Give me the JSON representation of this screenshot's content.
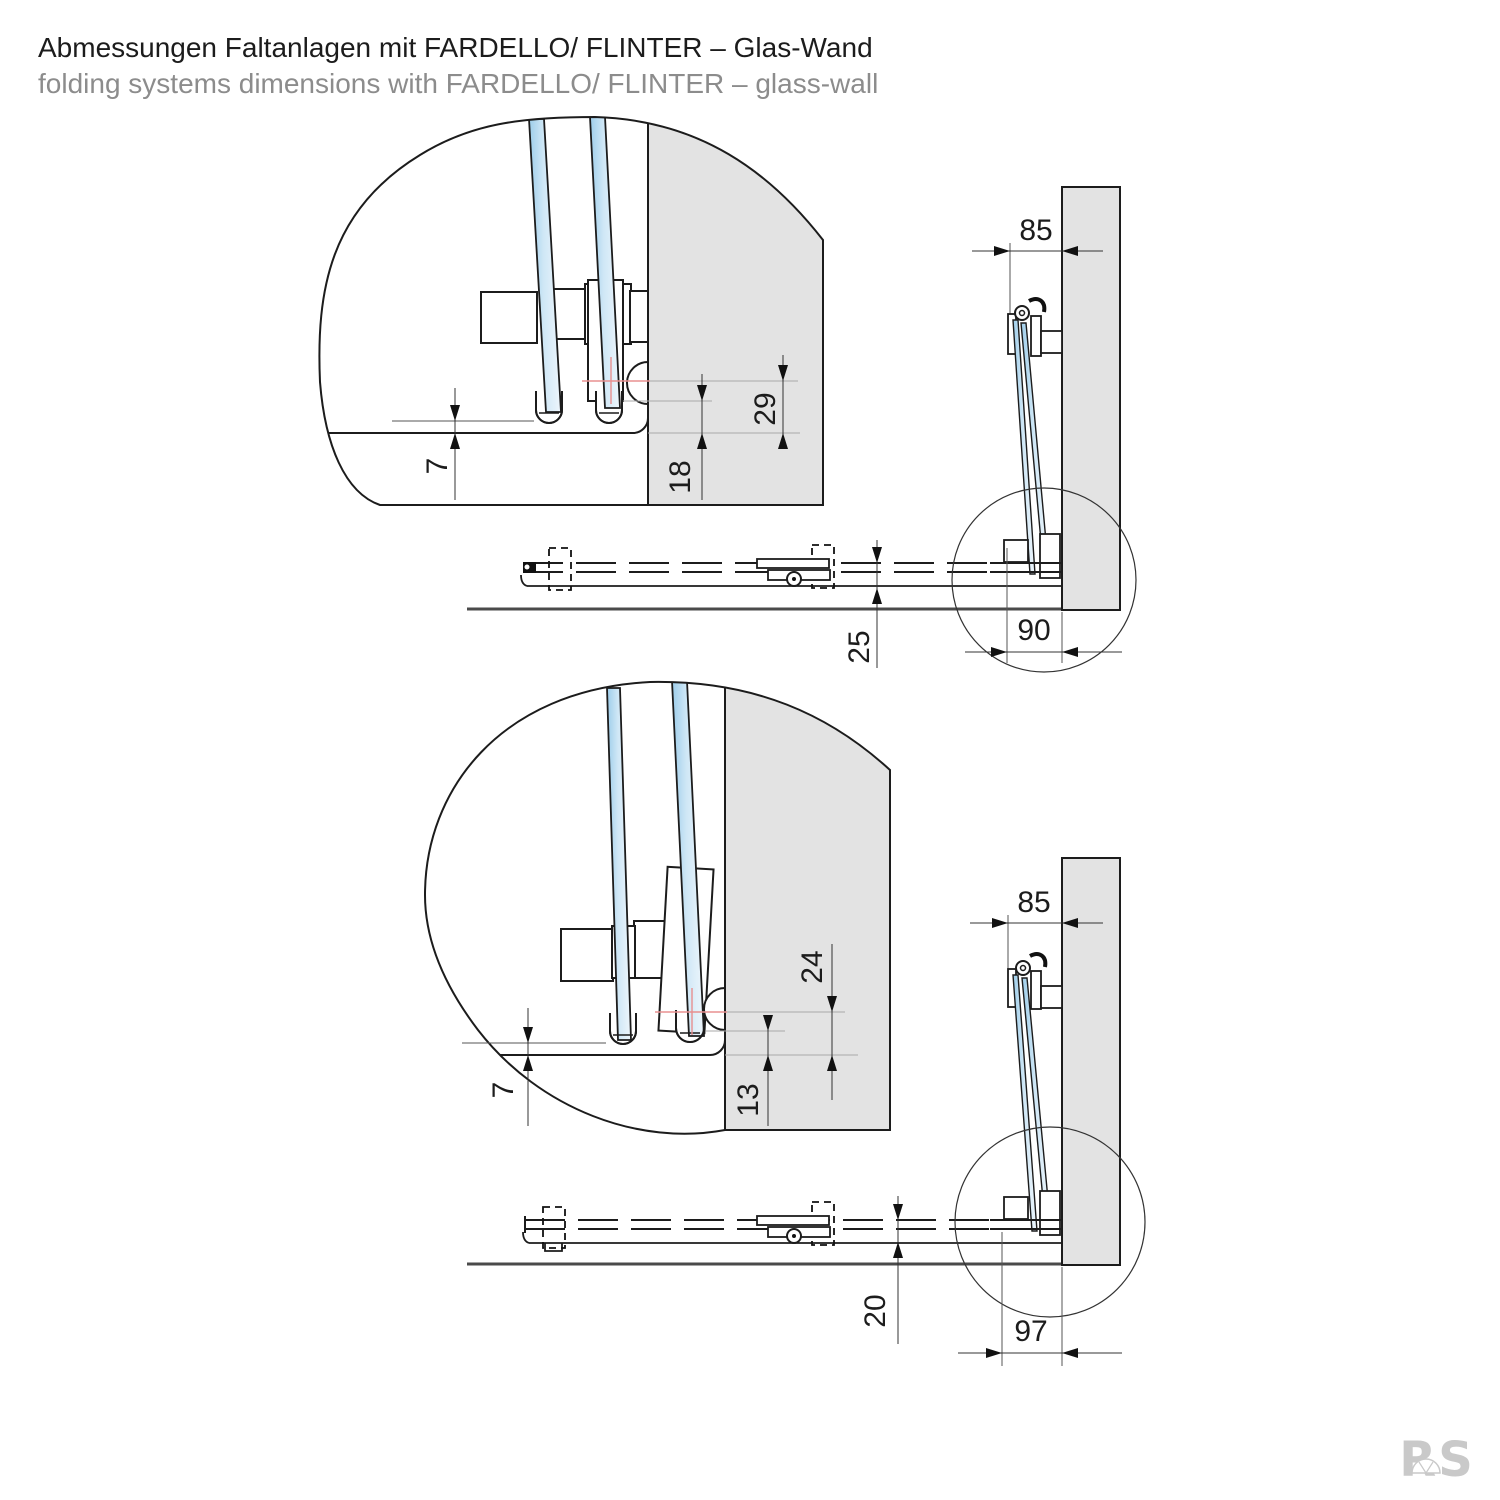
{
  "header": {
    "title_de": "Abmessungen Faltanlagen mit FARDELLO/ FLINTER – Glas-Wand",
    "title_en": "folding systems dimensions with FARDELLO/ FLINTER – glass-wall"
  },
  "diagrams": [
    {
      "detail": {
        "lip": "7",
        "pivot_to_floor": "29",
        "glass_to_floor": "18"
      },
      "side": {
        "wall_offset": "85",
        "rail_height": "25",
        "stack_depth": "90"
      }
    },
    {
      "detail": {
        "lip": "7",
        "pivot_to_floor": "24",
        "glass_to_floor": "13"
      },
      "side": {
        "wall_offset": "85",
        "rail_height": "20",
        "stack_depth": "97"
      }
    }
  ],
  "logo": {
    "text": "RS"
  },
  "colors": {
    "glass_blue": "#a9d3ec",
    "wall_gray": "#e3e3e3",
    "line": "#1c1c1c",
    "accent_red": "#e89090",
    "logo_gray": "#c9c9c9"
  }
}
